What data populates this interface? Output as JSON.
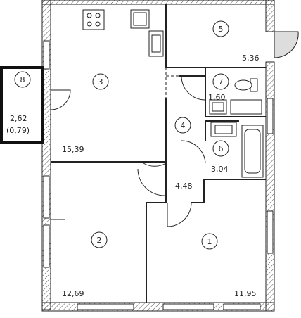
{
  "rooms": [
    {
      "id": "room-1",
      "number": "1",
      "area": "11,95"
    },
    {
      "id": "room-2",
      "number": "2",
      "area": "12,69"
    },
    {
      "id": "room-3",
      "number": "3",
      "area": "15,39"
    },
    {
      "id": "room-4",
      "number": "4",
      "area": "4,48"
    },
    {
      "id": "room-5",
      "number": "5",
      "area": "5,36"
    },
    {
      "id": "room-6",
      "number": "6",
      "area": "3,04"
    },
    {
      "id": "room-7",
      "number": "7",
      "area": "1,60"
    },
    {
      "id": "room-8",
      "number": "8",
      "area": "2,62",
      "area_alt": "(0,79)"
    }
  ]
}
